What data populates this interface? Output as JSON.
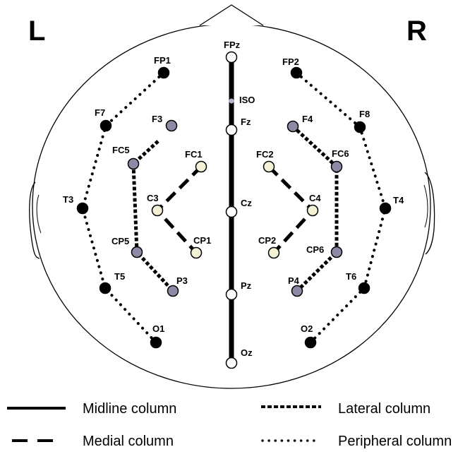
{
  "hemisphere_labels": {
    "left": "L",
    "right": "R"
  },
  "colors": {
    "peripheral": "#000000",
    "lateral": "#8c8aa4",
    "medial": "#f2f1d6",
    "midline": "#ffffff",
    "iso": "#b8b6cc"
  },
  "electrodes": {
    "FP1": "FP1",
    "F7": "F7",
    "T3": "T3",
    "T5": "T5",
    "O1": "O1",
    "FP2": "FP2",
    "F8": "F8",
    "T4": "T4",
    "T6": "T6",
    "O2": "O2",
    "F3": "F3",
    "FC5": "FC5",
    "CP5": "CP5",
    "P3": "P3",
    "F4": "F4",
    "FC6": "FC6",
    "CP6": "CP6",
    "P4": "P4",
    "FC1": "FC1",
    "C3": "C3",
    "CP1": "CP1",
    "FC2": "FC2",
    "C4": "C4",
    "CP2": "CP2",
    "FPz": "FPz",
    "ISO": "ISO",
    "Fz": "Fz",
    "Cz": "Cz",
    "Pz": "Pz",
    "Oz": "Oz"
  },
  "legend": {
    "midline": "Midline column",
    "medial": "Medial column",
    "lateral": "Lateral column",
    "peripheral": "Peripheral column"
  }
}
